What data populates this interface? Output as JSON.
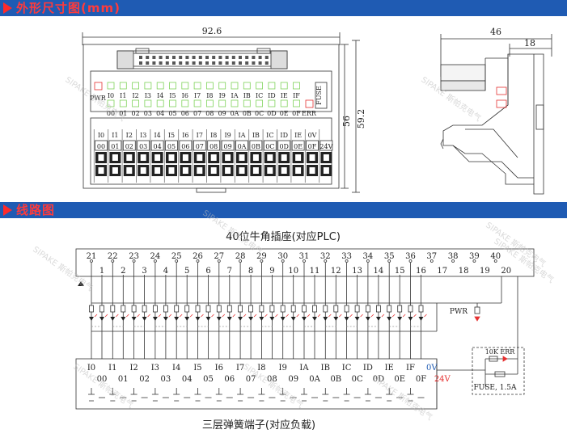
{
  "section1": {
    "title": "外形尺寸图(mm)"
  },
  "section2": {
    "title": "线路图"
  },
  "dimensions": {
    "width": "92.6",
    "height_inner": "56",
    "height_outer": "59.2",
    "side_total": "46",
    "side_partial": "18"
  },
  "front": {
    "pwr": "PWR",
    "fuse": "FUSE",
    "err": "ERR",
    "led_top": [
      "I0",
      "I1",
      "I2",
      "I3",
      "I4",
      "I5",
      "I6",
      "I7",
      "I8",
      "I9",
      "IA",
      "IB",
      "IC",
      "ID",
      "IE",
      "IF"
    ],
    "led_bottom": [
      "00",
      "01",
      "02",
      "03",
      "04",
      "05",
      "06",
      "07",
      "08",
      "09",
      "0A",
      "0B",
      "0C",
      "0D",
      "0E",
      "0F"
    ],
    "term_top": [
      "I0",
      "I1",
      "I2",
      "I3",
      "I4",
      "I5",
      "I6",
      "I7",
      "I8",
      "I9",
      "IA",
      "IB",
      "IC",
      "ID",
      "IE",
      "0V"
    ],
    "term_bottom": [
      "00",
      "01",
      "02",
      "03",
      "04",
      "05",
      "06",
      "07",
      "08",
      "09",
      "0A",
      "0B",
      "0C",
      "0D",
      "0E",
      "0F",
      "24V"
    ]
  },
  "schematic": {
    "connector_title": "40位牛角插座(对应PLC)",
    "pins_top": [
      "21",
      "22",
      "23",
      "24",
      "25",
      "26",
      "27",
      "28",
      "29",
      "30",
      "31",
      "32",
      "33",
      "34",
      "35",
      "36",
      "37",
      "38",
      "39",
      "40"
    ],
    "pins_bottom": [
      "1",
      "2",
      "3",
      "4",
      "5",
      "6",
      "7",
      "8",
      "9",
      "10",
      "11",
      "12",
      "13",
      "14",
      "15",
      "16",
      "17",
      "18",
      "19",
      "20"
    ],
    "pwr_label": "PWR",
    "err_label": "10K ERR",
    "fuse_label": "FUSE, 1.5A",
    "term_top": [
      "I0",
      "I1",
      "I2",
      "I3",
      "I4",
      "I5",
      "I6",
      "I7",
      "I8",
      "I9",
      "IA",
      "IB",
      "IC",
      "ID",
      "IE",
      "IF",
      "0V"
    ],
    "term_bottom": [
      "00",
      "01",
      "02",
      "03",
      "04",
      "05",
      "06",
      "07",
      "08",
      "09",
      "0A",
      "0B",
      "0C",
      "0D",
      "0E",
      "0F",
      "24V"
    ],
    "terminal_title": "三层弹簧端子(对应负载)",
    "watermark": "SIPAKE 斯帕克电气"
  },
  "colors": {
    "banner": "#1f5bb3",
    "banner_text": "#ff3b3b",
    "led_green": "#7fd35a",
    "led_red": "#e53030",
    "line": "#333333"
  }
}
